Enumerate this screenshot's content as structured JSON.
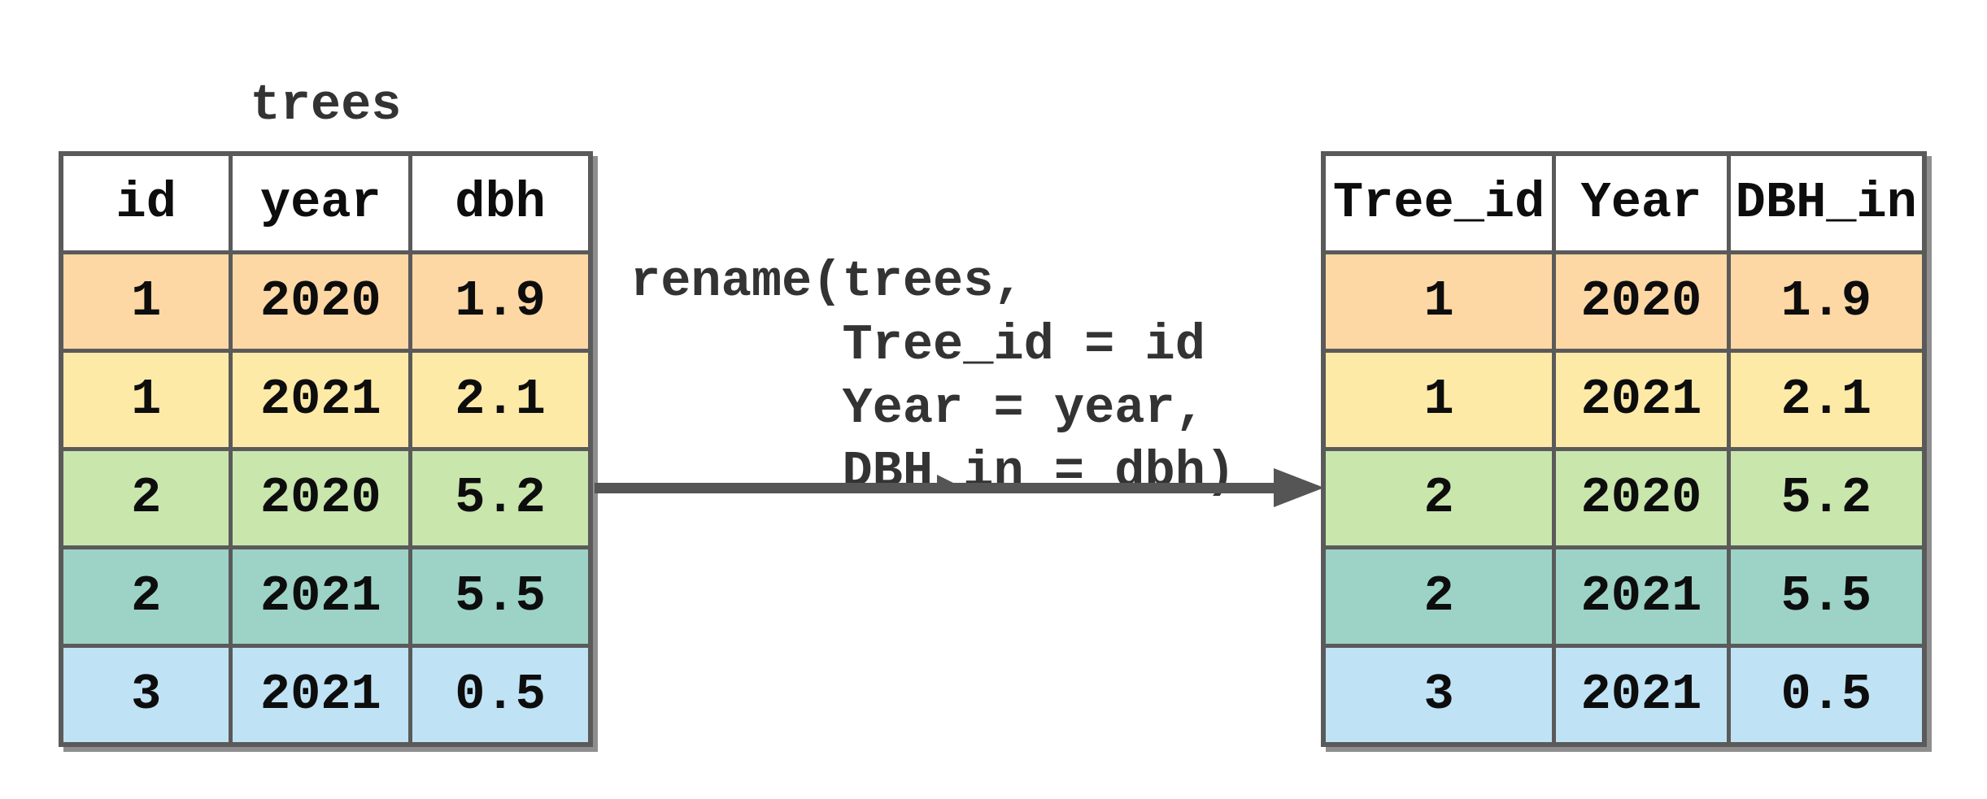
{
  "diagram": {
    "left_table": {
      "title": "trees",
      "headers": [
        "id",
        "year",
        "dbh"
      ],
      "rows": [
        [
          "1",
          "2020",
          "1.9"
        ],
        [
          "1",
          "2021",
          "2.1"
        ],
        [
          "2",
          "2020",
          "5.2"
        ],
        [
          "2",
          "2021",
          "5.5"
        ],
        [
          "3",
          "2021",
          "0.5"
        ]
      ]
    },
    "code": {
      "lines": [
        "rename(trees,",
        "       Tree_id = id",
        "       Year = year,",
        "       DBH_in = dbh)"
      ]
    },
    "right_table": {
      "headers": [
        "Tree_id",
        "Year",
        "DBH_in"
      ],
      "rows": [
        [
          "1",
          "2020",
          "1.9"
        ],
        [
          "1",
          "2021",
          "2.1"
        ],
        [
          "2",
          "2020",
          "5.2"
        ],
        [
          "2",
          "2021",
          "5.5"
        ],
        [
          "3",
          "2021",
          "0.5"
        ]
      ]
    },
    "colors": {
      "row_fills": [
        "#FDD8A4",
        "#FEEAA7",
        "#C9E6AD",
        "#9CD3C6",
        "#BFE3F5"
      ],
      "header_fill": "#FFFFFF",
      "table_border": "#5A5A5A",
      "cell_text": "#0D0D0D",
      "annotation_text": "#333333",
      "arrow": "#555555"
    }
  }
}
